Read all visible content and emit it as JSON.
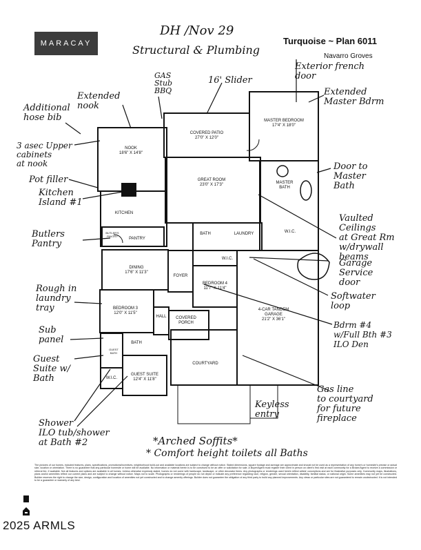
{
  "brand": {
    "logo_text": "MARACAY"
  },
  "plan": {
    "title": "Turquoise ~ Plan 6011",
    "community": "Navarro Groves"
  },
  "rooms": {
    "nook": "NOOK\n18'6\" X 14'8\"",
    "kitchen": "KITCHEN",
    "butlers_pantry": "BUTLER'S PANTRY",
    "pantry": "PANTRY",
    "covered_patio": "COVERED PATIO\n27'0\" X 12'0\"",
    "great_room": "GREAT ROOM\n23'0\" X 17'3\"",
    "master_bedroom": "MASTER BEDROOM\n17'4\" X 18'0\"",
    "master_bath": "MASTER BATH",
    "wic_master": "W.I.C.",
    "laundry": "LAUNDRY",
    "bath_center": "BATH",
    "dining": "DINING\n17'6\" X 11'3\"",
    "foyer": "FOYER",
    "bedroom4": "BEDROOM 4\n11'7\" X 11'4\"",
    "wic_bed4": "W.I.C.",
    "bedroom3": "BEDROOM 3\n12'0\" X 11'5\"",
    "hall": "HALL",
    "covered_porch": "COVERED PORCH",
    "garage": "4-CAR TANDEM GARAGE\n21'2\" X 36'1\"",
    "courtyard": "COURTYARD",
    "guest_bath": "GUEST BATH",
    "bath_guest": "BATH",
    "wic_guest": "W.I.C.",
    "guest_suite": "GUEST SUITE\n12'4\" X 11'8\""
  },
  "annotations": {
    "header_note": "DH  /Nov 29",
    "structural": "Structural & Plumbing",
    "exterior_french": "Exterior french\ndoor",
    "extended_master": "Extended\nMaster Bdrm",
    "gas_stub": "GAS\nStub\nBBQ",
    "slider": "16' Slider",
    "extended_nook": "Extended\nnook",
    "hose_bib": "Additional\nhose bib",
    "upper_cabinets": "3 asec Upper\ncabinets\nat nook",
    "pot_filler": "Pot filler",
    "kitchen_island": "Kitchen\nIsland #1",
    "door_master_bath": "Door to\nMaster\nBath",
    "butlers_pantry_note": "Butlers\nPantry",
    "vaulted": "Vaulted\nCeilings\nat Great Rm\nw/drywall\nbeams",
    "garage_door": "Garage\nService\ndoor",
    "softwater": "Softwater\nloop",
    "rough_laundry": "Rough in\nlaundry\ntray",
    "bdrm4": "Bdrm #4\nw/Full Bth #3\nILO Den",
    "sub_panel": "Sub\npanel",
    "guest_suite_note": "Guest\nSuite w/\nBath",
    "gas_line": "Gas line\nto courtyard\nfor future\nfireplace",
    "keyless": "Keyless\nentry",
    "shower": "Shower\nILO tub/shower\nat Bath #2",
    "arched": "*Arched Soffits*",
    "comfort": "* Comfort height toilets all Baths"
  },
  "disclaimer": "The pictures of our homes, included features, plans, specifications, promotions/incentives, neighborhood build-out and available locations are subject to change without notice. Stated dimensions, square footage and acreage are approximate and should not be used as a representation of any home's or homesite's precise or actual size, location or orientation. There is no guarantee that any particular homesite or home will be available. No information or material herein is to be construed to be an offer or solicitation for sale. A Buyer/Agent must register their client in person on client's first visit at each community for a Broker/Agent to receive a commission or referral fee, if available. Not all features and options are available in all homes. Unless otherwise expressly stated, homes do not come with hardscape, landscape, or other decorator items. Any photographs or renderings used herein reflect artists' conceptions and are for illustrative purposes only. Community maps, illustrations, plans and/or amenities reflect our current plans and are subject to change without notice. Maps not to scale. Photographs or renderings of people do not depict or indicate any preference regarding race, religion, gender, sexual orientation, disability, familial status, or national origin. Some amenities may not yet be constructed. Builder reserves the right to change the size, design, configuration and location of amenities not yet constructed and to change amenity offerings. Builder does not guarantee the obligation of any third party to build any planned improvements. Any views or particular sites are not guaranteed to remain unobstructed. It is not intended to be a guarantee or warranty of any kind.",
  "copyright": "2025 ARMLS",
  "eh_icon": "equal-housing-icon"
}
